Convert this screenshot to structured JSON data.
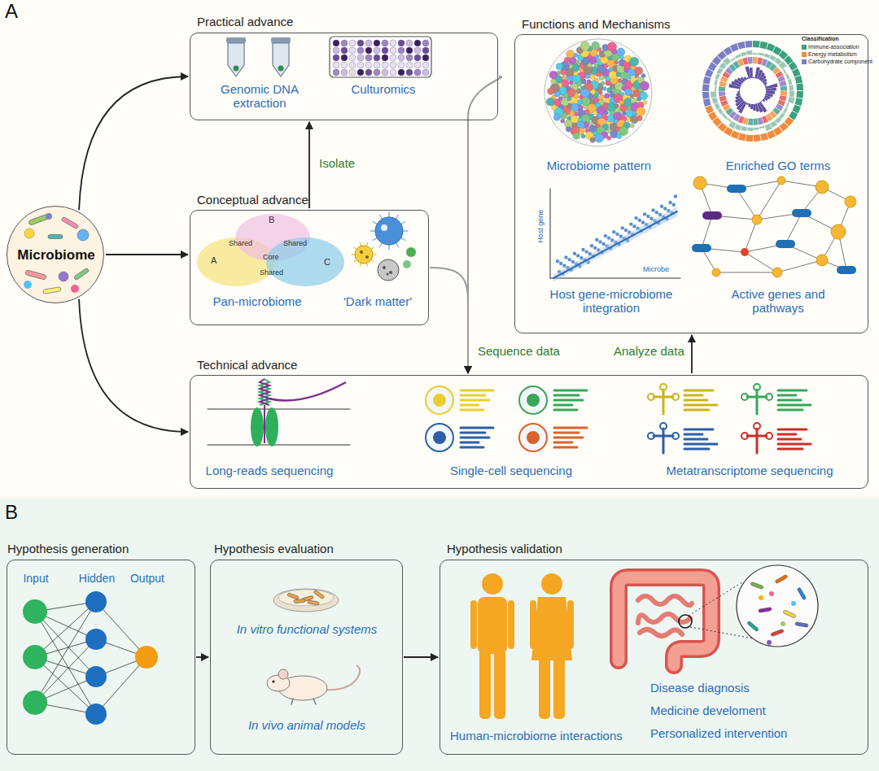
{
  "diagram": {
    "nodes": [
      {
        "text": [
          "Microbiome"
        ]
      },
      {
        "text": [
          "Practical advance",
          "Genomic DNA extraction",
          "Culturomics"
        ]
      },
      {
        "text": [
          "Conceptual advance",
          "Pan-microbiome",
          "'Dark matter'"
        ]
      },
      {
        "text": [
          "Technical advance",
          "Long-reads sequencing",
          "Single-cell sequencing",
          "Metatranscriptome sequencing"
        ]
      },
      {
        "text": [
          "Functions and Mechanisms",
          "Microbiome pattern",
          "Enriched GO terms",
          "Host gene-microbiome integration",
          "Active genes and pathways"
        ]
      },
      {
        "text": [
          "Hypothesis generation",
          "Input",
          "Hidden",
          "Output"
        ]
      },
      {
        "text": [
          "Hypothesis evaluation",
          "In vitro functional systems",
          "In vivo animal models"
        ]
      },
      {
        "text": [
          "Hypothesis validation",
          "Human-microbiome interactions",
          "Disease diagnosis",
          "Medicine develoment",
          "Personalized intervention"
        ]
      }
    ],
    "edges": [
      {
        "from": 0,
        "to": 1,
        "arrow": "to"
      },
      {
        "from": 0,
        "to": 2,
        "arrow": "to"
      },
      {
        "from": 0,
        "to": 3,
        "arrow": "to"
      },
      {
        "from": 2,
        "to": 1,
        "label": "Isolate",
        "arrow": "to"
      },
      {
        "from": 1,
        "to": 3,
        "label": "Sequence data",
        "arrow": "to"
      },
      {
        "from": 2,
        "to": 3,
        "arrow": "to"
      },
      {
        "from": 3,
        "to": 4,
        "label": "Analyze data",
        "arrow": "to"
      },
      {
        "from": 5,
        "to": 6,
        "arrow": "to"
      },
      {
        "from": 6,
        "to": 7,
        "arrow": "to"
      }
    ],
    "labels": [
      "A",
      "B",
      "A",
      "B",
      "C",
      "Shared",
      "Core",
      "Shared",
      "Shared",
      "Host gene",
      "Microbe",
      "Classification"
    ],
    "legend": [
      {
        "text": "Immune-association",
        "color": "#3aa17e"
      },
      {
        "text": "Energy metabolism",
        "color": "#f08a3c"
      },
      {
        "text": "Carbohydrate component",
        "color": "#7b7fc4"
      }
    ]
  }
}
